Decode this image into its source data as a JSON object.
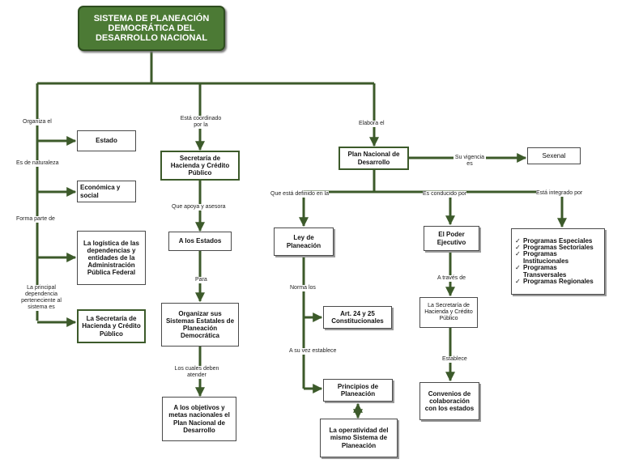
{
  "title": "SISTEMA DE PLANEACIÓN DEMOCRÁTICA DEL DESARROLLO NACIONAL",
  "branch_labels": {
    "organiza": "Organiza el",
    "naturaleza": "Es de naturaleza",
    "forma_parte": "Forma parte de",
    "principal": "La principal dependencia perteneciente al sistema es",
    "coordinado": "Está coordinado por la",
    "apoya": "Que apoya y asesora",
    "para": "Para",
    "cuales": "Los cuales deben atender",
    "elabora": "Elabora el",
    "vigencia": "Su vigencia es",
    "definido": "Que está definido en la",
    "conducido": "Es conducido por",
    "integrado": "Está integrado por",
    "norma": "Norma los",
    "establece_vez": "A su vez establece",
    "traves": "A través de",
    "establece": "Establece"
  },
  "nodes": {
    "estado": "Estado",
    "economica": "Económica y social",
    "logistica": "La logística de las dependencias y entidades de la Administración Pública Federal",
    "secretaria_left": "La Secretaría de Hacienda y Crédito Público",
    "secretaria_center": "Secretaría de Hacienda y Crédito Público",
    "estados": "A los Estados",
    "organizar": "Organizar sus Sistemas Estatales de Planeación Democrática",
    "objetivos": "A los objetivos y metas nacionales el Plan Nacional de Desarrollo",
    "plan": "Plan Nacional de Desarrollo",
    "sexenal": "Sexenal",
    "ley": "Ley de Planeación",
    "art": "Art. 24 y 25 Constitucionales",
    "principios": "Principios de Planeación",
    "operatividad": "La operatividad del mismo Sistema de Planeación",
    "poder": "El Poder Ejecutivo",
    "secretaria_right": "La Secretaría de Hacienda y Crédito Público",
    "convenios": "Convenios de colaboración con los estados"
  },
  "programs": [
    "Programas Especiales",
    "Programas Sectoriales",
    "Programas Institucionales",
    "Programas Transversales",
    "Programas Regionales"
  ],
  "colors": {
    "title_fill": "#4c7a35",
    "connector": "#3c5a2a",
    "node_border": "#4a4a4a"
  }
}
